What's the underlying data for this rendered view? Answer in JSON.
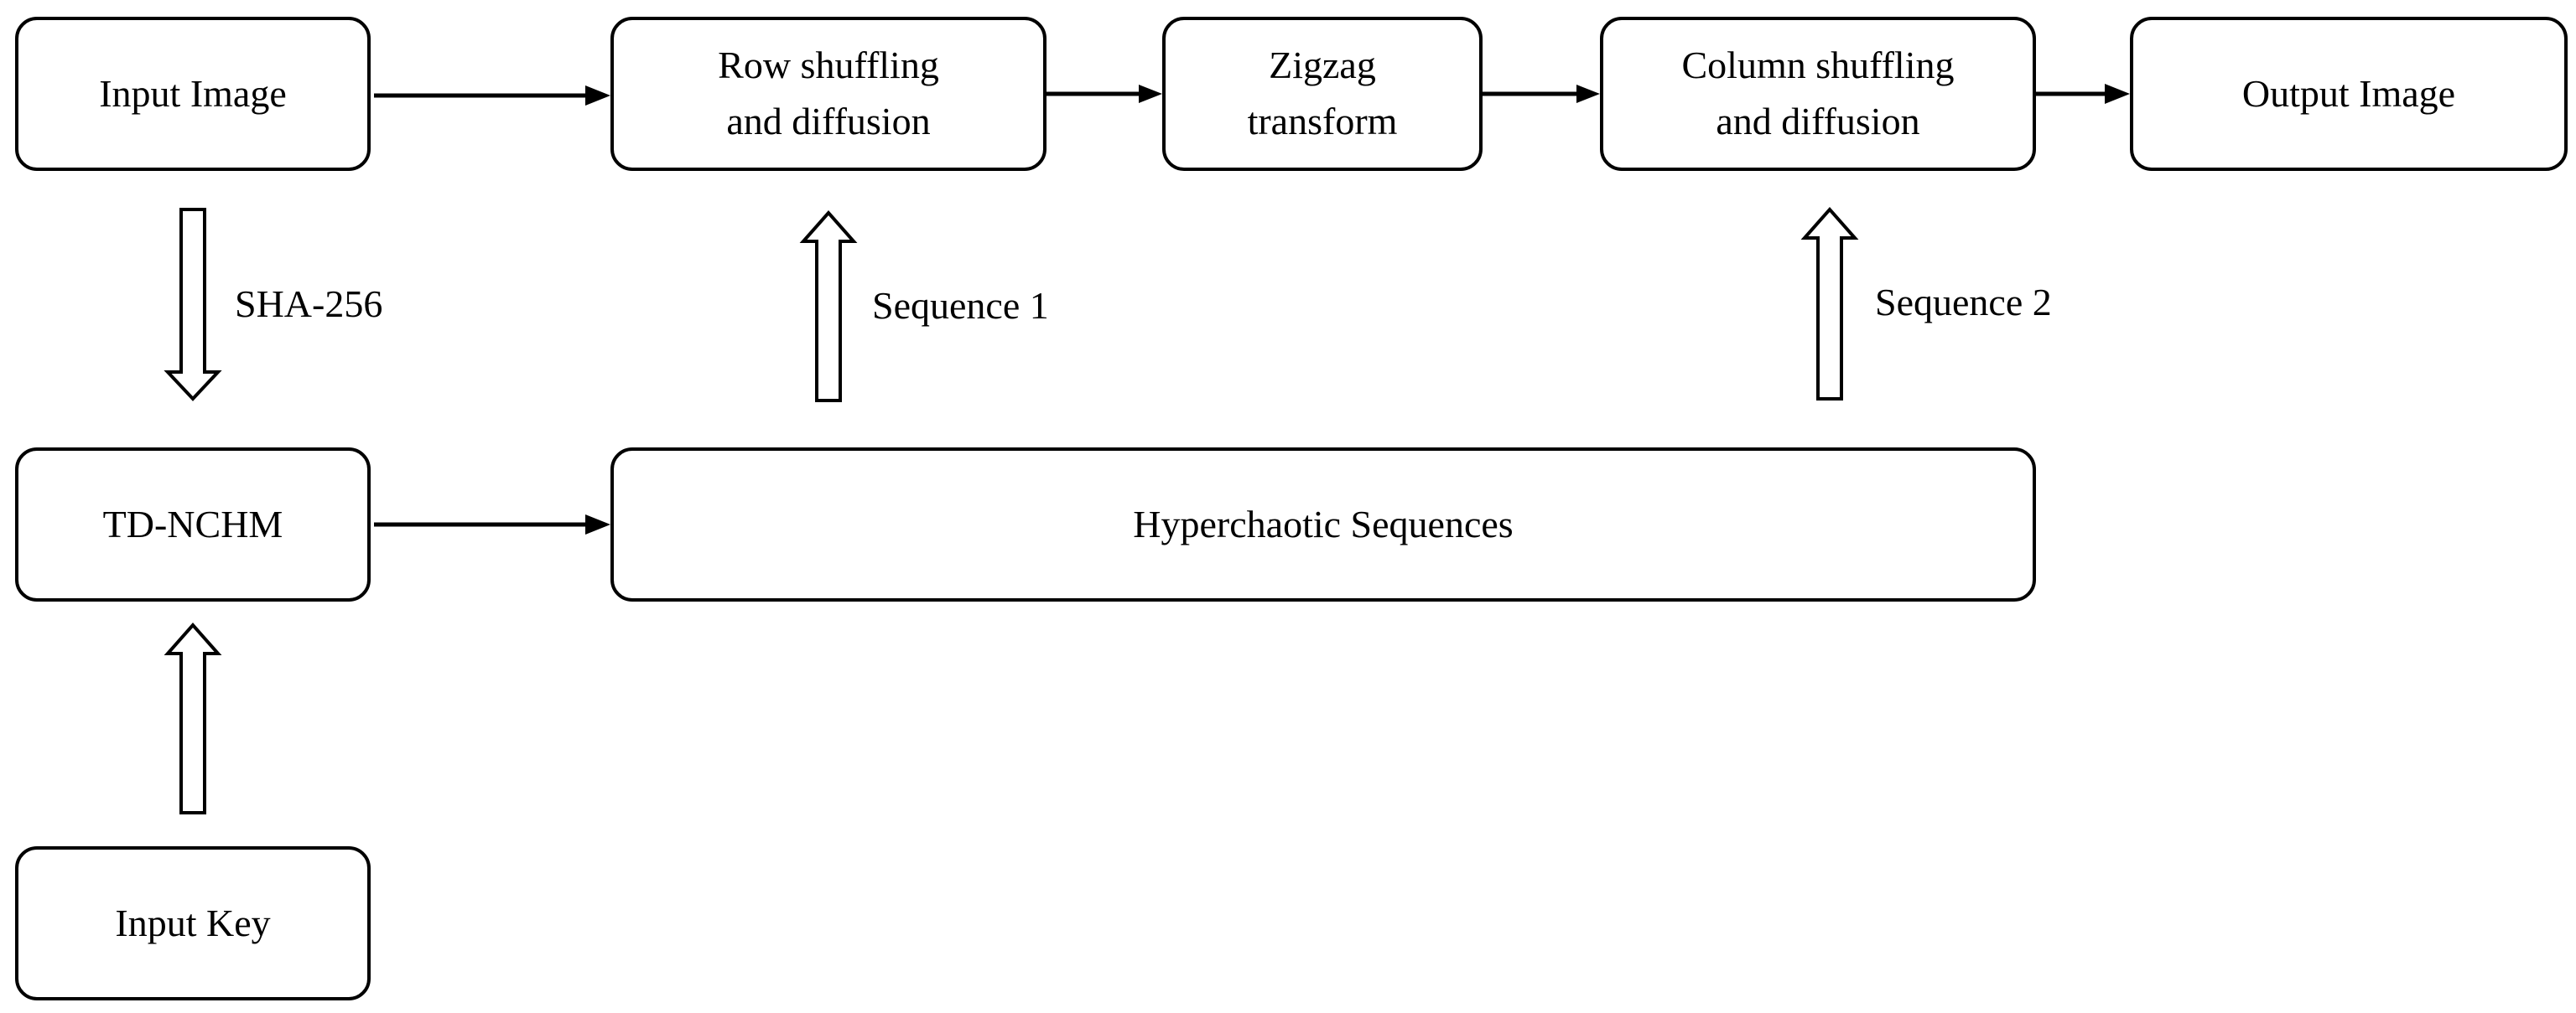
{
  "nodes": {
    "input_image": {
      "lines": [
        "Input Image"
      ]
    },
    "row_shuffling": {
      "lines": [
        "Row shuffling",
        "and diffusion"
      ]
    },
    "zigzag": {
      "lines": [
        "Zigzag",
        "transform"
      ]
    },
    "column_shuffling": {
      "lines": [
        "Column shuffling",
        "and diffusion"
      ]
    },
    "output_image": {
      "lines": [
        "Output Image"
      ]
    },
    "td_nchm": {
      "lines": [
        "TD-NCHM"
      ]
    },
    "hyperchaotic": {
      "lines": [
        "Hyperchaotic Sequences"
      ]
    },
    "input_key": {
      "lines": [
        "Input Key"
      ]
    }
  },
  "edge_labels": {
    "sha256": "SHA-256",
    "sequence1": "Sequence 1",
    "sequence2": "Sequence 2"
  }
}
